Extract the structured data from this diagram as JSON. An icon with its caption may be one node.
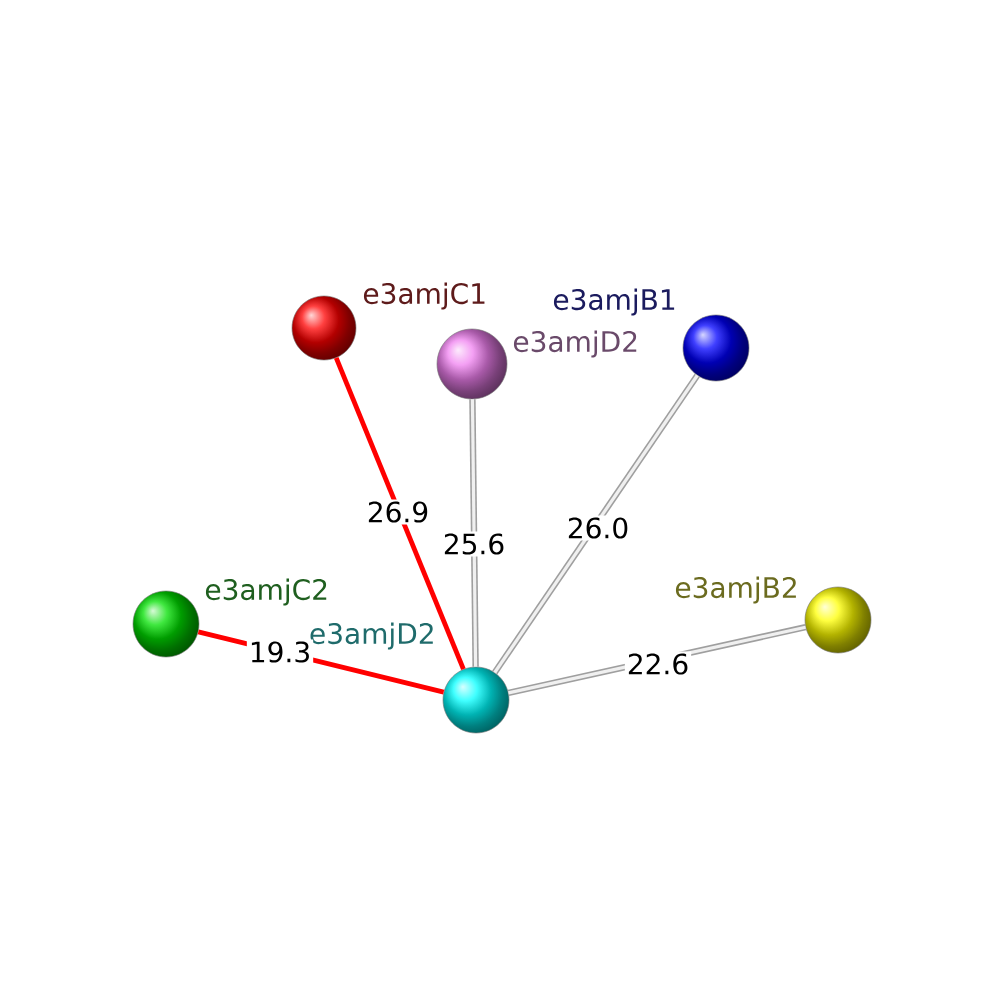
{
  "diagram": {
    "nodes": [
      {
        "text": [],
        "shape": "circle",
        "beside": [
          "e3amjC1"
        ]
      },
      {
        "text": [],
        "shape": "circle",
        "beside": [
          "e3amjD2"
        ]
      },
      {
        "text": [],
        "shape": "circle",
        "beside": [
          "e3amjB1"
        ]
      },
      {
        "text": [],
        "shape": "circle",
        "beside": [
          "e3amjC2"
        ]
      },
      {
        "text": [],
        "shape": "circle",
        "beside": [
          "e3amjB2"
        ]
      },
      {
        "text": [],
        "shape": "circle",
        "beside": [
          "e3amjD2"
        ]
      }
    ],
    "edges": [
      {
        "from": 5,
        "to": 0,
        "arrow": "none",
        "label": "26.9",
        "color": "#ff0000"
      },
      {
        "from": 5,
        "to": 1,
        "arrow": "none",
        "label": "25.6"
      },
      {
        "from": 5,
        "to": 2,
        "arrow": "none",
        "label": "26.0"
      },
      {
        "from": 5,
        "to": 3,
        "arrow": "none",
        "label": "19.3",
        "color": "#ff0000"
      },
      {
        "from": 5,
        "to": 4,
        "arrow": "none",
        "label": "22.6"
      }
    ]
  }
}
